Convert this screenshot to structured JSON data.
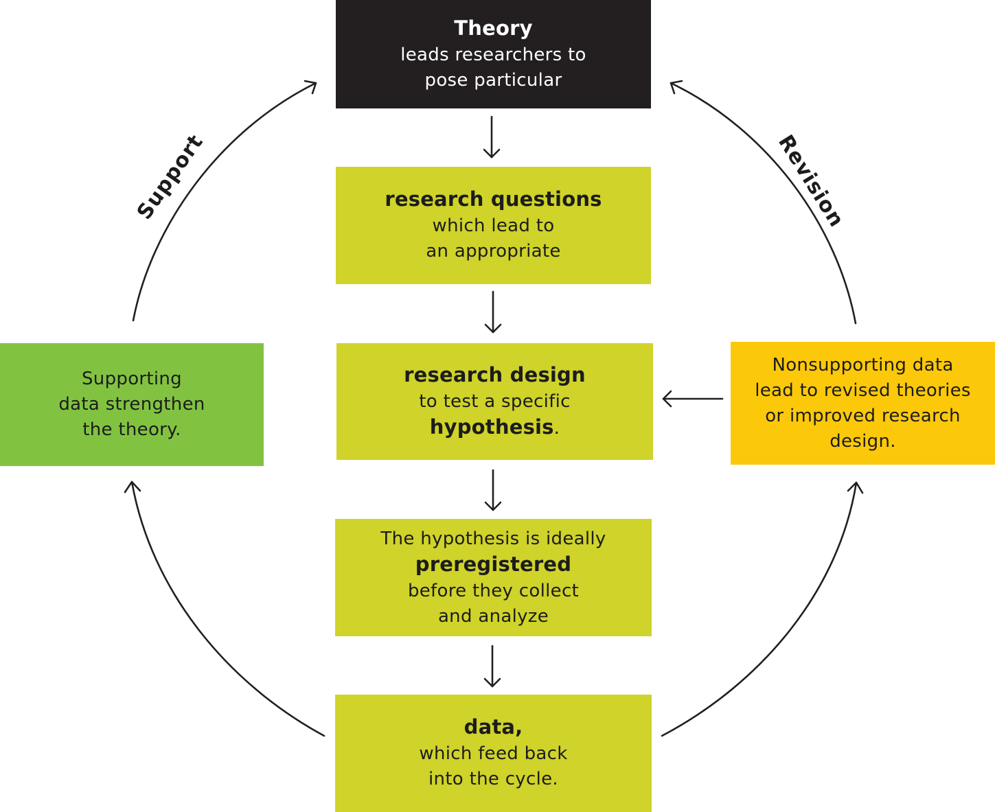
{
  "theory": {
    "title": "Theory",
    "line1": "leads researchers to",
    "line2": "pose particular"
  },
  "questions": {
    "title": "research questions",
    "line1": "which lead to",
    "line2": "an appropriate"
  },
  "design": {
    "title": "research design",
    "line1": "to test a specific",
    "emph": "hypothesis",
    "suffix": "."
  },
  "prereg": {
    "line1": "The hypothesis is ideally",
    "emph": "preregistered",
    "line2": "before they collect",
    "line3": "and analyze"
  },
  "data": {
    "title": "data,",
    "line1": "which feed back",
    "line2": "into the cycle."
  },
  "supporting": {
    "line1": "Supporting",
    "line2": "data strengthen",
    "line3": "the theory."
  },
  "nonsupporting": {
    "line1": "Nonsupporting data",
    "line2": "lead to revised theories",
    "line3": "or improved research",
    "line4": "design."
  },
  "labels": {
    "support": "Support",
    "revision": "Revision"
  },
  "colors": {
    "dark": "#231f20",
    "lime": "#cfd32a",
    "green": "#81c341",
    "yellow": "#fcc80a"
  }
}
